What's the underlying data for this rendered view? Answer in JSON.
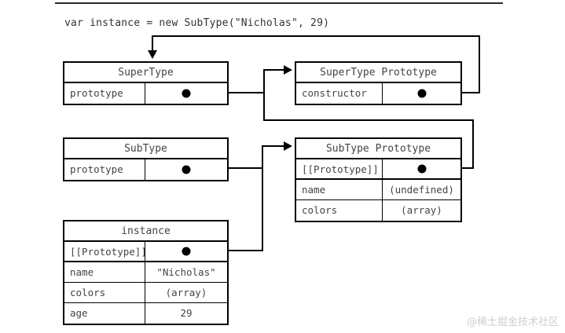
{
  "diagram": {
    "code_line": "var instance = new SubType(\"Nicholas\", 29)",
    "watermark": "@稀土掘金技术社区",
    "boxes": {
      "supertype": {
        "title": "SuperType",
        "rows": [
          {
            "key": "prototype",
            "value": "",
            "pointer": true
          }
        ]
      },
      "supertype_prototype": {
        "title": "SuperType Prototype",
        "rows": [
          {
            "key": "constructor",
            "value": "",
            "pointer": true
          }
        ]
      },
      "subtype": {
        "title": "SubType",
        "rows": [
          {
            "key": "prototype",
            "value": "",
            "pointer": true
          }
        ]
      },
      "subtype_prototype": {
        "title": "SubType Prototype",
        "rows": [
          {
            "key": "[[Prototype]]",
            "value": "",
            "pointer": true
          },
          {
            "key": "name",
            "value": "(undefined)",
            "pointer": false
          },
          {
            "key": "colors",
            "value": "(array)",
            "pointer": false
          }
        ]
      },
      "instance": {
        "title": "instance",
        "rows": [
          {
            "key": "[[Prototype]]",
            "value": "",
            "pointer": true
          },
          {
            "key": "name",
            "value": "\"Nicholas\"",
            "pointer": false
          },
          {
            "key": "colors",
            "value": "(array)",
            "pointer": false
          },
          {
            "key": "age",
            "value": "29",
            "pointer": false
          }
        ]
      }
    },
    "colors": {
      "line": "#000000",
      "text": "#444444",
      "watermark": "#cfcfcf",
      "background": "#ffffff"
    }
  }
}
